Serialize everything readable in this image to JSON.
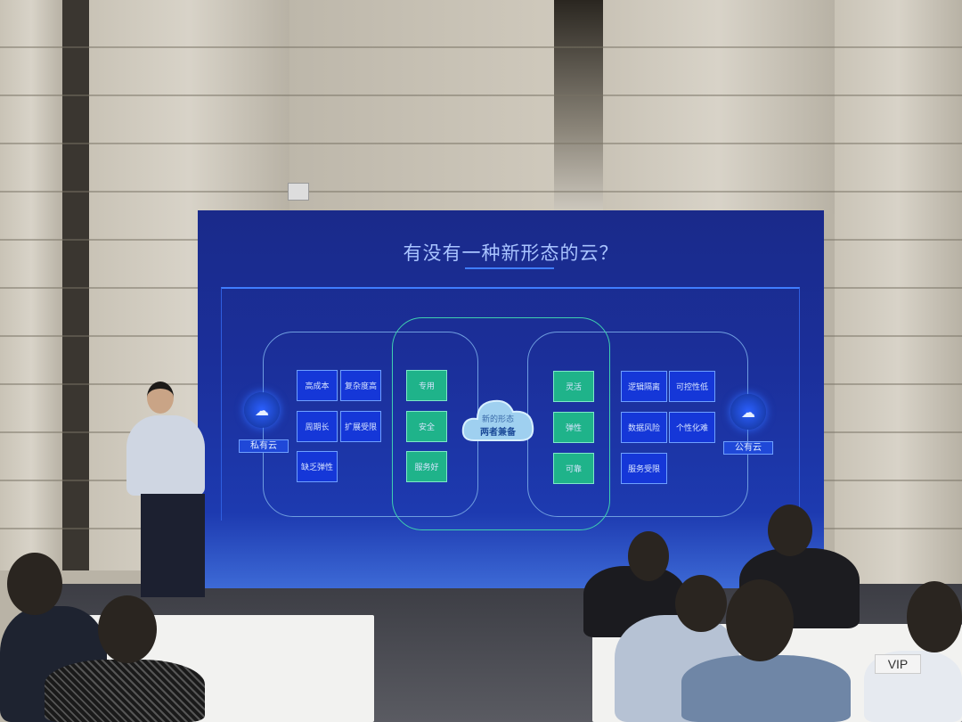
{
  "slide": {
    "title": "有没有一种新形态的云？",
    "private_cloud": {
      "label": "私有云",
      "icon": "cloud-globe-icon",
      "drawbacks": [
        "高成本",
        "复杂度高",
        "周期长",
        "扩展受限",
        "缺乏弹性"
      ],
      "strengths": [
        "专用",
        "安全",
        "服务好"
      ]
    },
    "center": {
      "line1": "新的形态",
      "line2": "两者兼备"
    },
    "public_cloud": {
      "label": "公有云",
      "icon": "cloud-lock-icon",
      "strengths": [
        "灵活",
        "弹性",
        "可靠"
      ],
      "drawbacks": [
        "逻辑隔离",
        "可控性低",
        "数据风险",
        "个性化难",
        "服务受限"
      ]
    },
    "colors": {
      "blue_box": "#1537d8",
      "green_box": "#1fb38a",
      "screen": "#1b2f9a"
    }
  },
  "signs": {
    "vip": "VIP"
  }
}
